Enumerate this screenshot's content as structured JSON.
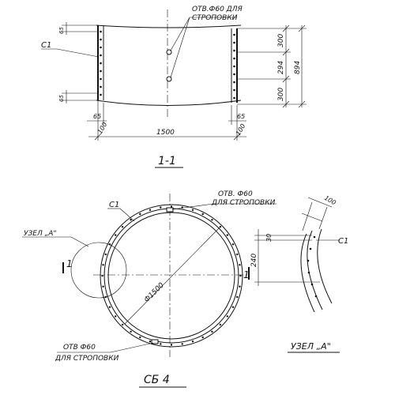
{
  "section": {
    "title": "1-1",
    "mark": "С1",
    "hole_note_line1": "ОТВ.Ф60 ДЛЯ",
    "hole_note_line2": "СТРОПОВКИ",
    "dims": {
      "top_offset": "65",
      "bottom_offset": "65",
      "seg_300_top": "300",
      "seg_294": "294",
      "seg_300_bottom": "300",
      "total_height": "894",
      "left_65": "65",
      "left_100": "100",
      "length": "1500",
      "right_65": "65",
      "right_100": "100"
    }
  },
  "plan": {
    "title": "СБ 4",
    "mark": "С1",
    "hole_note_top_line1": "ОТВ. Ф60",
    "hole_note_top_line2": "ДЛЯ СТРОПОВКИ",
    "hole_note_bottom_line1": "ОТВ Ф60",
    "hole_note_bottom_line2": "ДЛЯ СТРОПОВКИ",
    "node_callout": "УЗЕЛ „А\"",
    "cut_label": "1",
    "diameter": "Ф1500"
  },
  "node_detail": {
    "title": "УЗЕЛ „А\"",
    "mark": "С1",
    "dim_100": "100",
    "dim_30": "30",
    "dim_240": "240"
  }
}
